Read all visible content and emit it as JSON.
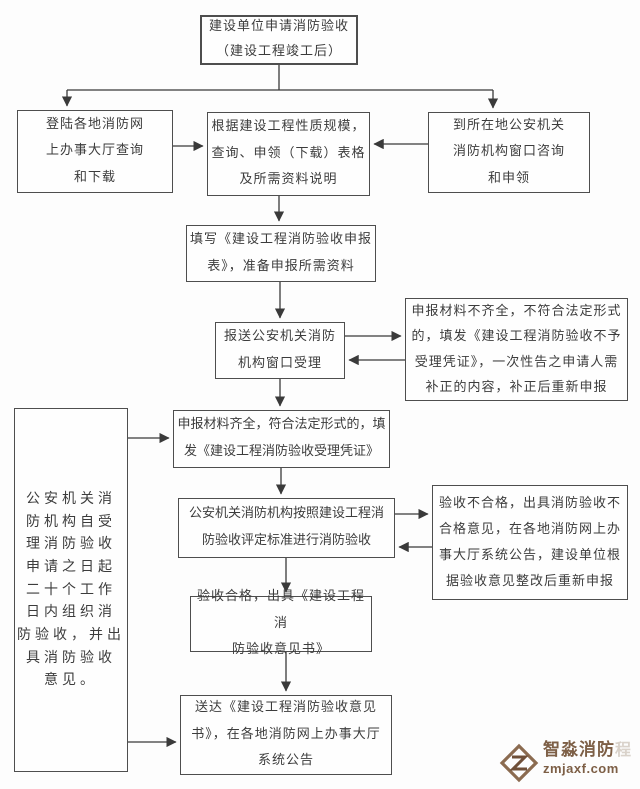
{
  "flowchart": {
    "boxes": {
      "start": {
        "text": "建设单位申请消防验收\n（建设工程竣工后）"
      },
      "web_query": {
        "text": "登陆各地消防网\n上办事大厅查询\n和下载"
      },
      "get_forms": {
        "text": "根据建设工程性质规模，\n查询、申领（下载）表格\n及所需资料说明"
      },
      "window_query": {
        "text": "到所在地公安机关\n消防机构窗口咨询\n和申领"
      },
      "fill_form": {
        "text": "填写《建设工程消防验收申报\n表》，准备申报所需资料"
      },
      "submit": {
        "text": "报送公安机关消防\n机构窗口受理"
      },
      "rejected": {
        "text": "申报材料不齐全，不符合法定形式\n的，填发《建设工程消防验收不予\n受理凭证》，一次性告之申请人需\n补正的内容，补正后重新申报"
      },
      "accepted": {
        "text": "申报材料齐全，符合法定形式的，填\n发《建设工程消防验收受理凭证》"
      },
      "duty": {
        "text": "公安机关消\n防机构自受\n理消防验收\n申请之日起\n二十个工作\n日内组织消\n防验收，并出\n具消防验收\n意见。"
      },
      "review": {
        "text": "公安机关消防机构按照建设工程消\n防验收评定标准进行消防验收"
      },
      "fail": {
        "text": "验收不合格，出具消防验收不\n合格意见，在各地消防网上办\n事大厅系统公告，建设单位根\n据验收意见整改后重新申报"
      },
      "pass": {
        "text": "验收合格，出具《建设工程消\n防验收意见书》"
      },
      "deliver": {
        "text": "送达《建设工程消防验收意见\n书》，在各地消防网上办事大厅\n系统公告"
      }
    },
    "colors": {
      "line": "#3a3a3a",
      "box_border": "#4e4e4e",
      "text": "#3c3c3c"
    }
  },
  "watermark": {
    "brand": "智淼消防",
    "brand_faded": "程",
    "domain": "zmjaxf.com",
    "color": "#7d5f46"
  }
}
